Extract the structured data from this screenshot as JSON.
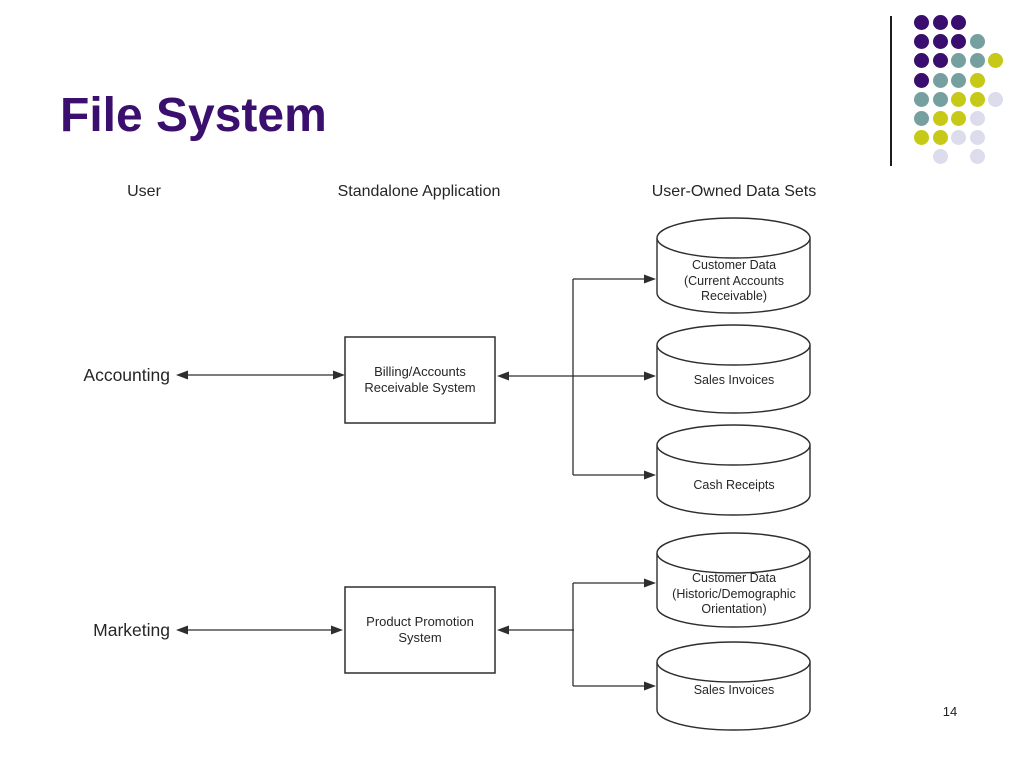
{
  "slide": {
    "title": "File System",
    "page_number": "14"
  },
  "colors": {
    "title": "#3A0F6E",
    "line": "#2e2e2e"
  },
  "decoration": {
    "dot_colors": {
      "P": "#3A0E6E",
      "T": "#76A0A0",
      "Y": "#C6C918",
      "L": "#DCDCEC"
    },
    "dot_grid": [
      "PPP..",
      "PPPT.",
      "PPTTY",
      "PTTY.",
      "TTYYL",
      "TYYL.",
      "YYLL.",
      ".L.L."
    ]
  },
  "diagram": {
    "column_headers": [
      {
        "label": "User"
      },
      {
        "label": "Standalone Application"
      },
      {
        "label": "User-Owned Data Sets"
      }
    ],
    "users": [
      {
        "label": "Accounting"
      },
      {
        "label": "Marketing"
      }
    ],
    "applications": [
      {
        "label": "Billing/Accounts\nReceivable System"
      },
      {
        "label": "Product Promotion\nSystem"
      }
    ],
    "datasets": [
      {
        "label": "Customer Data\n(Current Accounts\nReceivable)"
      },
      {
        "label": "Sales Invoices"
      },
      {
        "label": "Cash Receipts"
      },
      {
        "label": "Customer Data\n(Historic/Demographic\nOrientation)"
      },
      {
        "label": "Sales Invoices"
      }
    ]
  }
}
